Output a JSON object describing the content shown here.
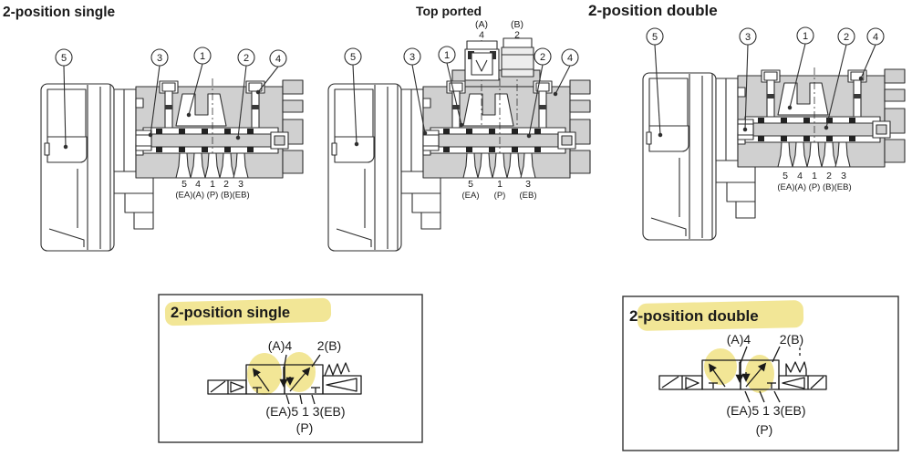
{
  "colors": {
    "highlight": "#f0e287",
    "body_gray": "#d0d0d0",
    "line": "#2f2f2f"
  },
  "cutaway_single": {
    "title": "2-position single",
    "callouts": [
      "5",
      "3",
      "1",
      "2",
      "4"
    ],
    "port_numbers": [
      "5",
      "4",
      "1",
      "2",
      "3"
    ],
    "port_names": "(EA)(A) (P) (B)(EB)"
  },
  "cutaway_top_ported": {
    "title": "Top ported",
    "top_port_a_name": "(A)",
    "top_port_a_number": "4",
    "top_port_b_name": "(B)",
    "top_port_b_number": "2",
    "callouts": [
      "5",
      "3",
      "1",
      "2",
      "4"
    ],
    "bottom_ports": [
      {
        "number": "5",
        "name": "(EA)"
      },
      {
        "number": "1",
        "name": "(P)"
      },
      {
        "number": "3",
        "name": "(EB)"
      }
    ]
  },
  "cutaway_double": {
    "title": "2-position double",
    "callouts": [
      "5",
      "3",
      "1",
      "2",
      "4"
    ],
    "port_numbers": [
      "5",
      "4",
      "1",
      "2",
      "3"
    ],
    "port_names": "(EA)(A) (P) (B)(EB)"
  },
  "symbol_single": {
    "title": "2-position single",
    "top_left": "(A)4",
    "top_right": "2(B)",
    "bottom": "(EA)5 1 3(EB)",
    "pressure": "(P)"
  },
  "symbol_double": {
    "title": "2-position double",
    "top_left": "(A)4",
    "top_right": "2(B)",
    "bottom": "(EA)5 1 3(EB)",
    "pressure": "(P)"
  }
}
